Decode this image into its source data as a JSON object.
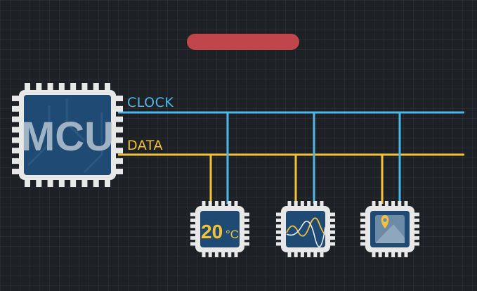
{
  "diagram": {
    "mcu_label": "MCU",
    "bus": {
      "clock_label": "CLOCK",
      "data_label": "DATA",
      "clock_color": "#4bb8e8",
      "data_color": "#f2c23a"
    },
    "sensors": [
      {
        "name": "temperature-sensor",
        "value": "20",
        "unit": "°C",
        "icon": "temperature-readout"
      },
      {
        "name": "waveform-sensor",
        "icon": "waveform-icon"
      },
      {
        "name": "map-sensor",
        "icon": "map-pin-icon"
      }
    ],
    "colors": {
      "background": "#1d2126",
      "chip_body": "#e8e8e8",
      "chip_die": "#1f4a74",
      "mcu_text": "#9fb3c4",
      "status_bar": "#c0464c",
      "accent_yellow": "#f2c23a"
    }
  }
}
